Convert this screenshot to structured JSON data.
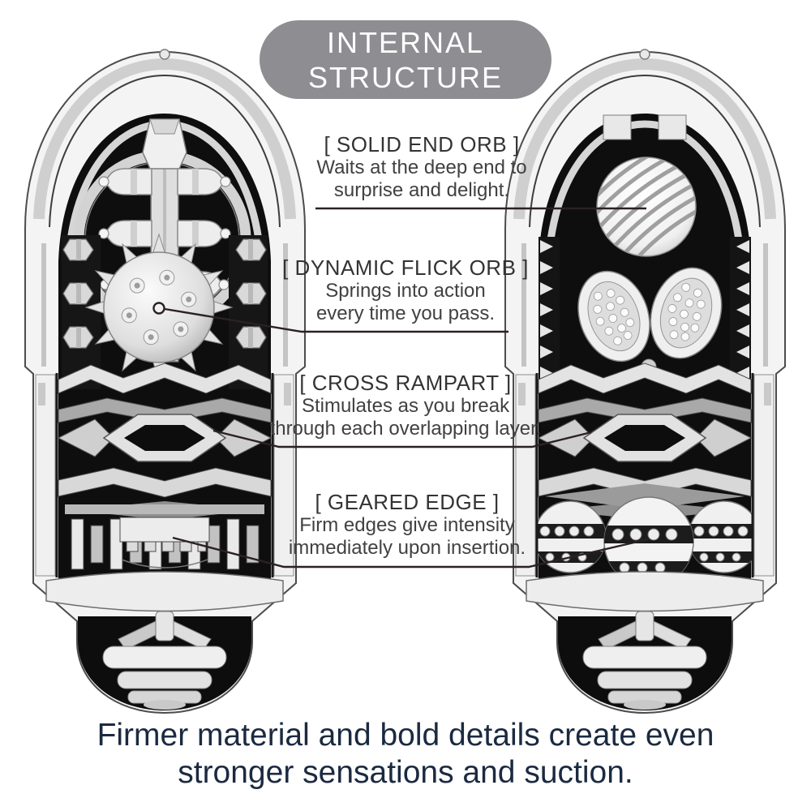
{
  "header": {
    "line1": "INTERNAL",
    "line2": "STRUCTURE"
  },
  "annotations": [
    {
      "id": "solid-end-orb",
      "title": "[ SOLID END ORB ]",
      "desc1": "Waits at the deep end to",
      "desc2": "surprise and delight."
    },
    {
      "id": "dynamic-flick-orb",
      "title": "[ DYNAMIC FLICK ORB ]",
      "desc1": "Springs into action",
      "desc2": "every time you pass."
    },
    {
      "id": "cross-rampart",
      "title": "[ CROSS RAMPART ]",
      "desc1": "Stimulates as you break",
      "desc2": "through each overlapping layer."
    },
    {
      "id": "geared-edge",
      "title": "[ GEARED EDGE ]",
      "desc1": "Firm edges give intensity",
      "desc2": "immediately upon insertion."
    }
  ],
  "caption": {
    "line1": "Firmer material and bold details create even",
    "line2": "stronger sensations and suction."
  },
  "colors": {
    "badge_bg": "#8e8e92",
    "badge_text": "#ffffff",
    "annotation_text": "#3a3a3a",
    "caption_text": "#1b2a40",
    "pointer_line": "#2b2123"
  }
}
